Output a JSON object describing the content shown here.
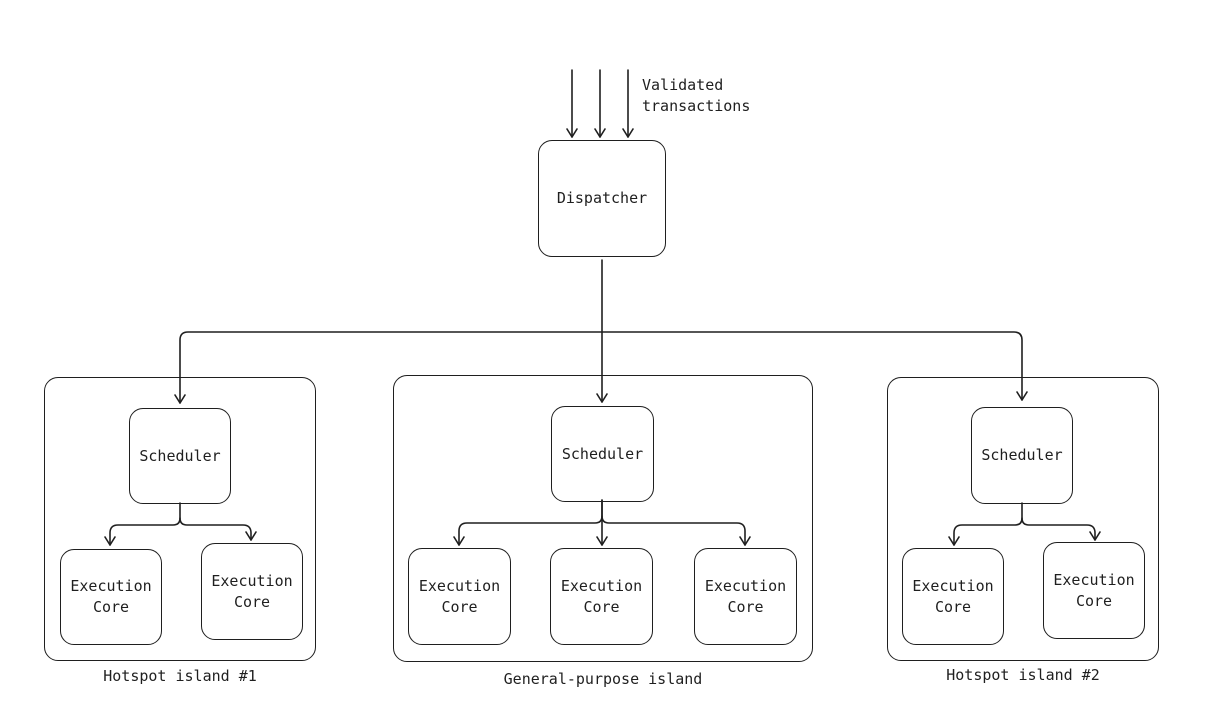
{
  "input_note": "Validated\ntransactions",
  "dispatcher": {
    "label": "Dispatcher"
  },
  "islands": {
    "hotspot1": {
      "caption": "Hotspot island #1",
      "scheduler": "Scheduler",
      "cores": [
        "Execution\nCore",
        "Execution\nCore"
      ]
    },
    "general": {
      "caption": "General-purpose island",
      "scheduler": "Scheduler",
      "cores": [
        "Execution\nCore",
        "Execution\nCore",
        "Execution\nCore"
      ]
    },
    "hotspot2": {
      "caption": "Hotspot island #2",
      "scheduler": "Scheduler",
      "cores": [
        "Execution\nCore",
        "Execution\nCore"
      ]
    }
  }
}
